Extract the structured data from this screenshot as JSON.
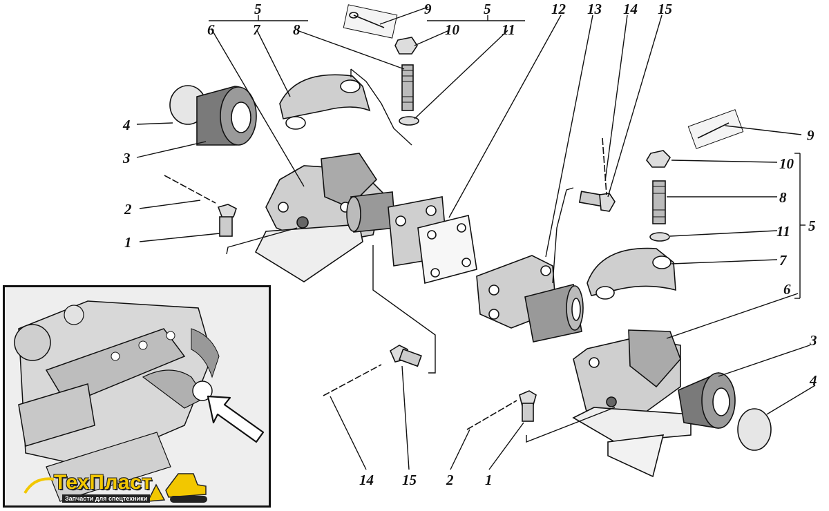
{
  "callouts_top_left": {
    "group_5": "5",
    "n6": "6",
    "n7": "7",
    "n8": "8",
    "n9": "9",
    "group_5b": "5",
    "n10": "10",
    "n11": "11",
    "n12": "12",
    "n13": "13",
    "n14": "14",
    "n15": "15",
    "n4": "4",
    "n3": "3",
    "n2": "2",
    "n1": "1"
  },
  "callouts_right": {
    "n9": "9",
    "n10": "10",
    "n8": "8",
    "n11": "11",
    "n5": "5",
    "n7": "7",
    "n6": "6",
    "n3": "3",
    "n4": "4"
  },
  "callouts_bottom": {
    "n14": "14",
    "n15": "15",
    "n2": "2",
    "n1": "1"
  },
  "logo": {
    "name": "ТехПласт",
    "tagline": "Запчасти для спецтехники",
    "brand_color": "#f2c700"
  }
}
